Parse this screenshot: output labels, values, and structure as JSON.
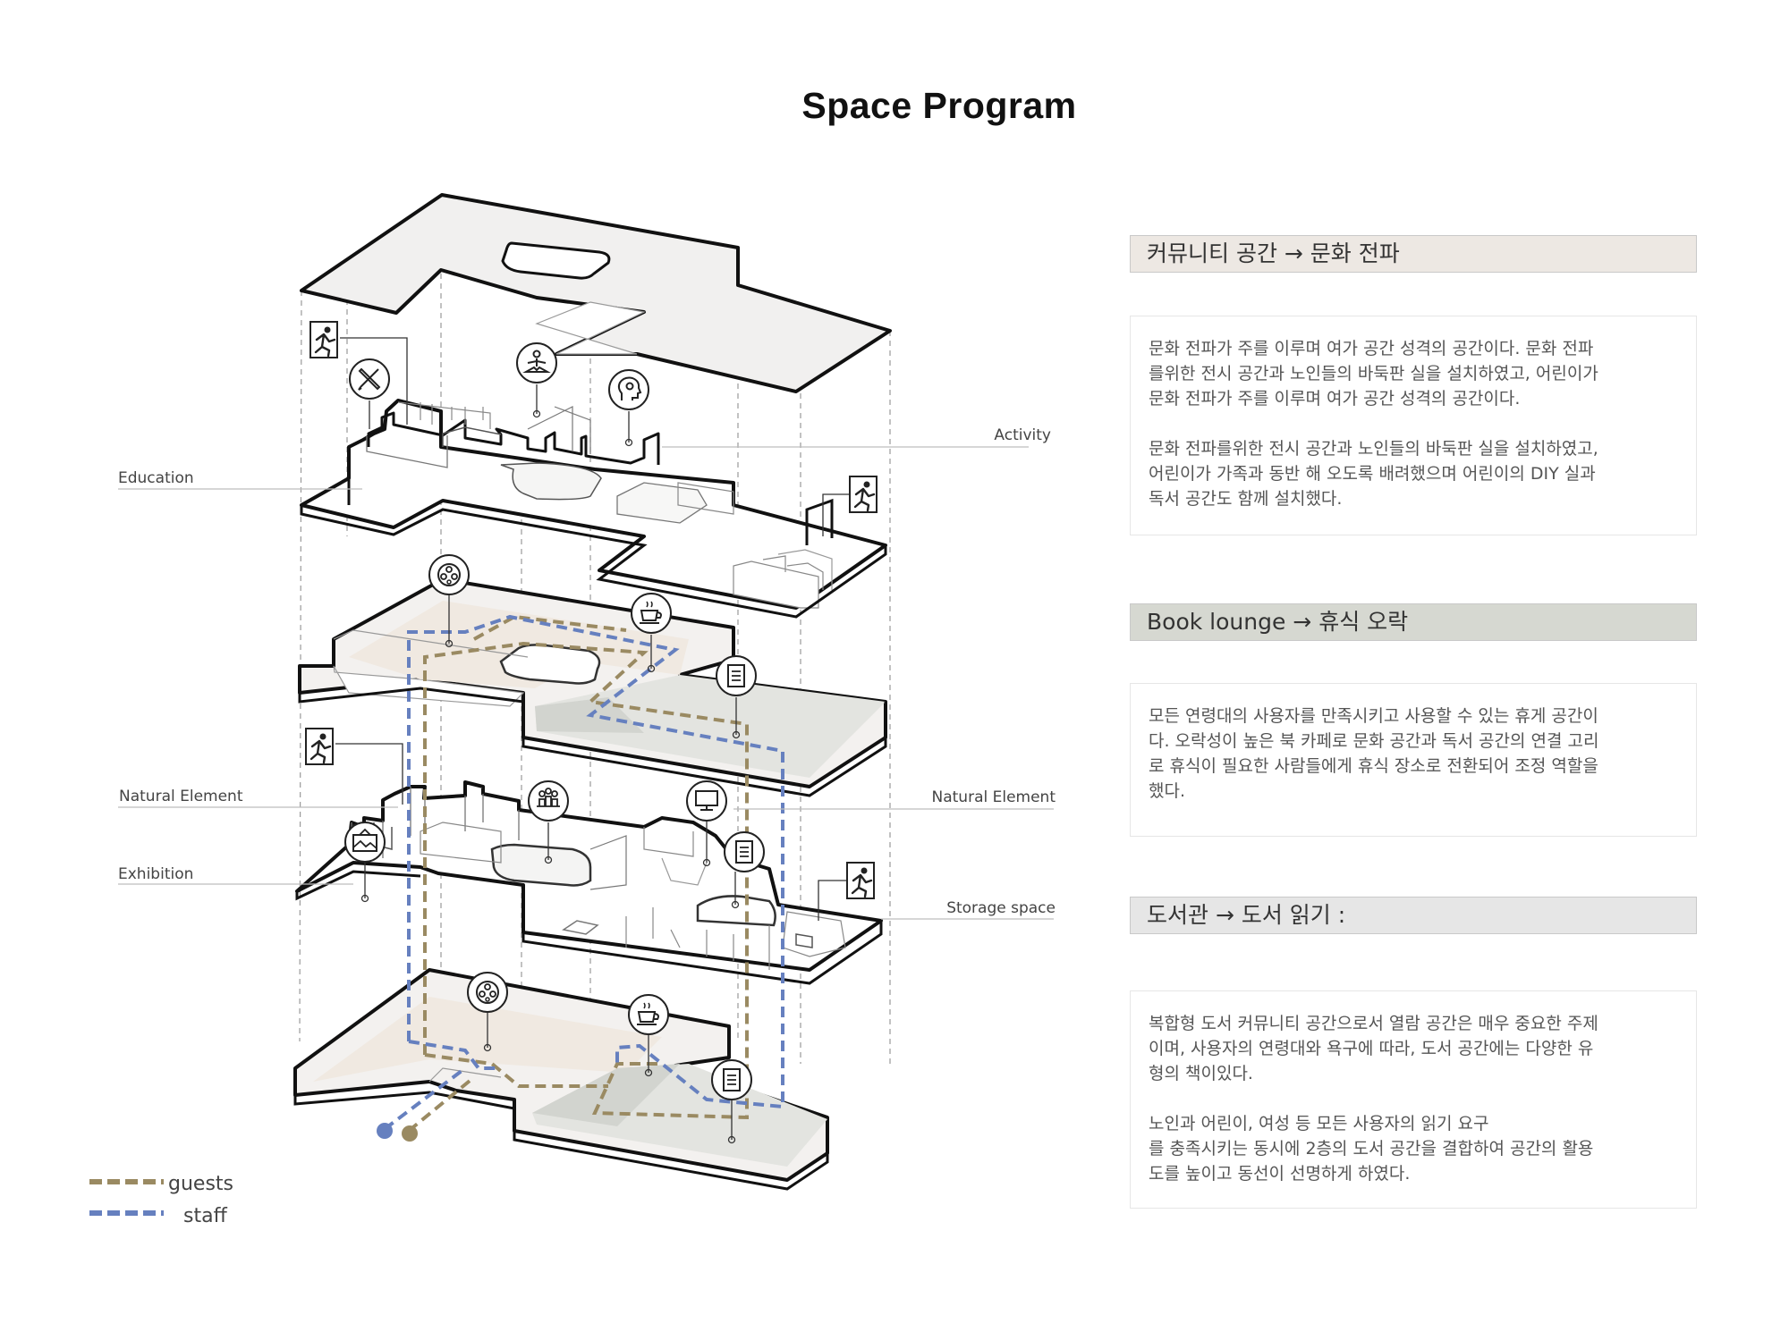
{
  "title": "Space Program",
  "colors": {
    "guests": "#9a8a62",
    "staff": "#6680bf",
    "head1": "#ede8e3",
    "head2": "#d6d8d1",
    "head3": "#e6e6e6",
    "floor_tint": "#f0e9e1",
    "floor_gray": "#e3e4e0"
  },
  "diagram_labels": {
    "education": "Education",
    "activity": "Activity",
    "natural_left": "Natural Element",
    "natural_right": "Natural Element",
    "exhibition": "Exhibition",
    "storage": "Storage space"
  },
  "legend": [
    {
      "label": "guests",
      "color": "#9a8a62"
    },
    {
      "label": "staff",
      "color": "#6680bf"
    }
  ],
  "icons": [
    "emergency-exit-icon",
    "pencil-ruler-icon",
    "yoga-icon",
    "head-gear-icon",
    "film-reel-icon",
    "coffee-cup-icon",
    "book-icon",
    "computer-icon",
    "people-icon",
    "picture-frame-icon"
  ],
  "sections": [
    {
      "heading": "커뮤니티 공간 → 문화 전파",
      "paragraphs": [
        "문화 전파가 주를 이루며 여가 공간 성격의 공간이다. 문화 전파\n를위한 전시 공간과 노인들의 바둑판 실을 설치하였고, 어린이가\n문화 전파가 주를 이루며 여가 공간 성격의 공간이다.",
        "문화 전파를위한 전시 공간과 노인들의 바둑판 실을 설치하였고,\n어린이가 가족과 동반 해 오도록 배려했으며 어린이의 DIY 실과\n독서 공간도 함께 설치했다."
      ]
    },
    {
      "heading": "Book lounge → 휴식 오락",
      "paragraphs": [
        "모든 연령대의 사용자를 만족시키고 사용할 수 있는 휴게 공간이\n다. 오락성이 높은 북 카페로 문화 공간과 독서 공간의 연결 고리\n로 휴식이 필요한 사람들에게 휴식 장소로 전환되어 조정 역할을\n했다."
      ]
    },
    {
      "heading": "도서관 → 도서 읽기 :",
      "paragraphs": [
        "복합형 도서 커뮤니티 공간으로서 열람 공간은 매우 중요한 주제\n이며, 사용자의 연령대와 욕구에 따라, 도서 공간에는 다양한 유\n형의 책이있다.",
        "노인과 어린이, 여성 등 모든 사용자의 읽기 요구\n를 충족시키는 동시에 2층의 도서 공간을 결합하여 공간의 활용\n도를 높이고 동선이 선명하게 하였다."
      ]
    }
  ]
}
